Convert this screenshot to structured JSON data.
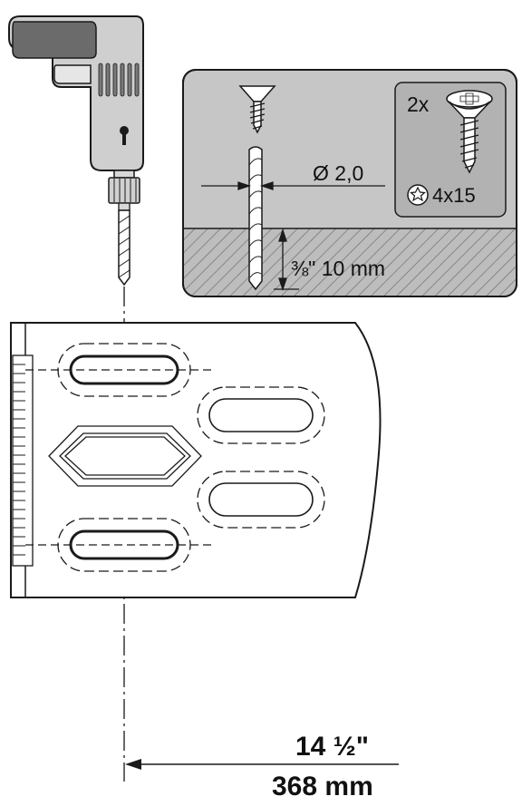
{
  "inset": {
    "diameter_label": "Ø 2,0",
    "depth_label": "⅜\" 10 mm",
    "screw_count": "2x",
    "screw_size": "4x15"
  },
  "dimension": {
    "imperial": "14 ½\"",
    "metric": "368 mm"
  },
  "colors": {
    "tool_body": "#c8c8c8",
    "tool_grip": "#6b6b6b",
    "inset_bg": "#c4c4c4",
    "inset_card": "#b2b2b2",
    "line": "#1a1a1a"
  }
}
